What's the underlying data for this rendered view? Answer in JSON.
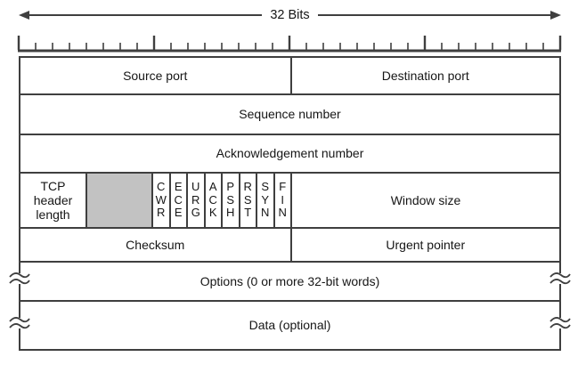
{
  "diagram": {
    "title": "32 Bits",
    "ruler": {
      "bits": 32,
      "major_every": 8
    },
    "fields": {
      "source_port": "Source port",
      "destination_port": "Destination port",
      "sequence_number": "Sequence number",
      "acknowledgement_number": "Acknowledgement number",
      "tcp_header_length": "TCP\nheader\nlength",
      "window_size": "Window size",
      "checksum": "Checksum",
      "urgent_pointer": "Urgent pointer",
      "options": "Options (0 or more 32-bit words)",
      "data": "Data (optional)"
    },
    "flags": [
      "C\nW\nR",
      "E\nC\nE",
      "U\nR\nG",
      "A\nC\nK",
      "P\nS\nH",
      "R\nS\nT",
      "S\nY\nN",
      "F\nI\nN"
    ],
    "colors": {
      "line": "#3f3f3f",
      "text": "#161616",
      "reserved_fill": "#c2c2c2"
    }
  }
}
